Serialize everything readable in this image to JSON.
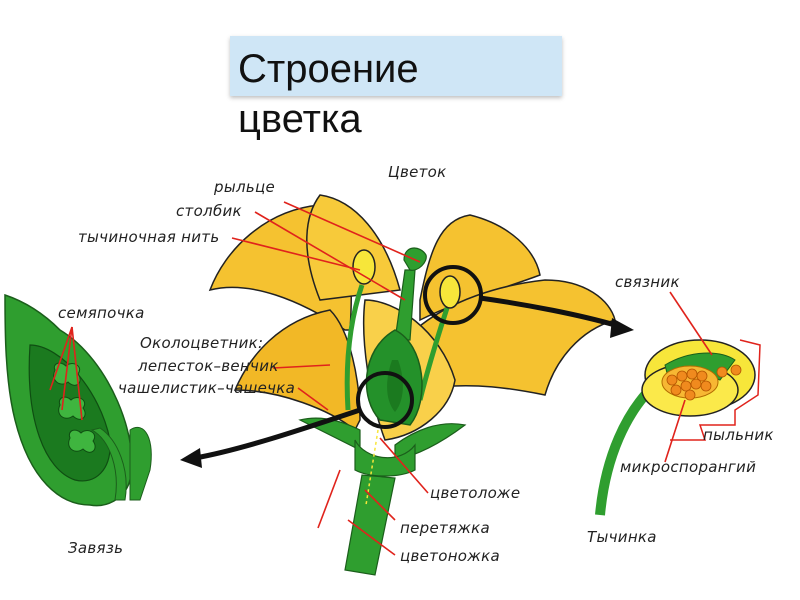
{
  "title": "Строение\nцветка",
  "labels": {
    "flower": "Цветок",
    "stigma": "рыльце",
    "style": "столбик",
    "filament": "тычиночная нить",
    "ovule": "семяпочка",
    "perianth": "Околоцветник:",
    "petal_corolla": "лепесток–венчик",
    "sepal_calyx": "чашелистик–чашечка",
    "receptacle": "цветоложе",
    "constriction": "перетяжка",
    "pedicel": "цветоножка",
    "ovary": "Завязь",
    "connective": "связник",
    "anther": "пыльник",
    "microsporangium": "микроспорангий",
    "stamen": "Тычинка"
  },
  "colors": {
    "petal": "#f5c230",
    "petal_light": "#fbd95a",
    "green": "#2f9e2f",
    "green_dark": "#1b7a1f",
    "pointer": "#e0231c",
    "pollen": "#f08a1e"
  }
}
